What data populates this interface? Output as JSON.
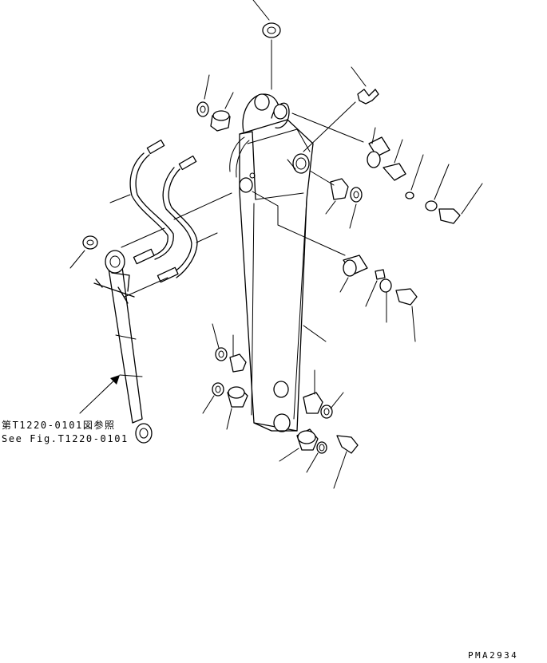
{
  "reference": {
    "jp": "第T1220-0101図参照",
    "en": "See Fig.T1220-0101"
  },
  "drawing_code": "PMA2934",
  "colors": {
    "line": "#000000",
    "background": "#ffffff"
  }
}
